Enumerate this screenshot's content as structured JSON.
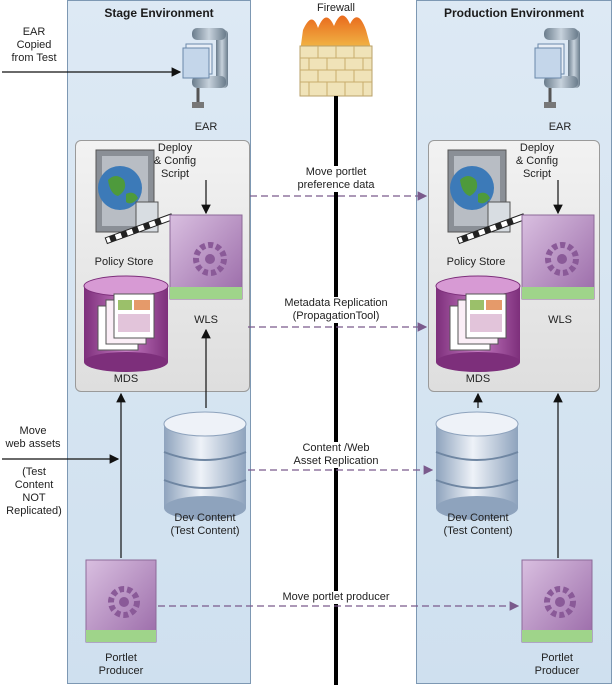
{
  "stage": {
    "title": "Stage Environment",
    "ear_label": "EAR",
    "deploy_script": [
      "Deploy",
      "& Config",
      "Script"
    ],
    "policy_store": "Policy Store",
    "wls": "WLS",
    "mds": "MDS",
    "dev_content": [
      "Dev Content",
      "(Test Content)"
    ],
    "portlet_producer": [
      "Portlet",
      "Producer"
    ]
  },
  "production": {
    "title": "Production Environment",
    "ear_label": "EAR",
    "deploy_script": [
      "Deploy",
      "& Config",
      "Script"
    ],
    "policy_store": "Policy Store",
    "wls": "WLS",
    "mds": "MDS",
    "dev_content": [
      "Dev Content",
      "(Test Content)"
    ],
    "portlet_producer": [
      "Portlet",
      "Producer"
    ]
  },
  "firewall": {
    "label": "Firewall"
  },
  "left_notes": {
    "ear_copied": [
      "EAR",
      "Copied",
      "from Test"
    ],
    "move_web_assets": [
      "Move",
      "web assets"
    ],
    "test_content": [
      "(Test",
      "Content",
      "NOT",
      "Replicated)"
    ]
  },
  "flows": {
    "portlet_prefs": [
      "Move portlet",
      "preference data"
    ],
    "metadata": [
      "Metadata Replication",
      "(PropagationTool)"
    ],
    "content": [
      "Content /Web",
      "Asset Replication"
    ],
    "producer": "Move portlet producer"
  },
  "colors": {
    "env_bg": "#d4e3f1",
    "flow_arrow": "#7a5a8c",
    "wls_cube": "#b887c0",
    "mds_cylinder": "#a34e9e",
    "db_cylinder": "#b8c8dc"
  }
}
